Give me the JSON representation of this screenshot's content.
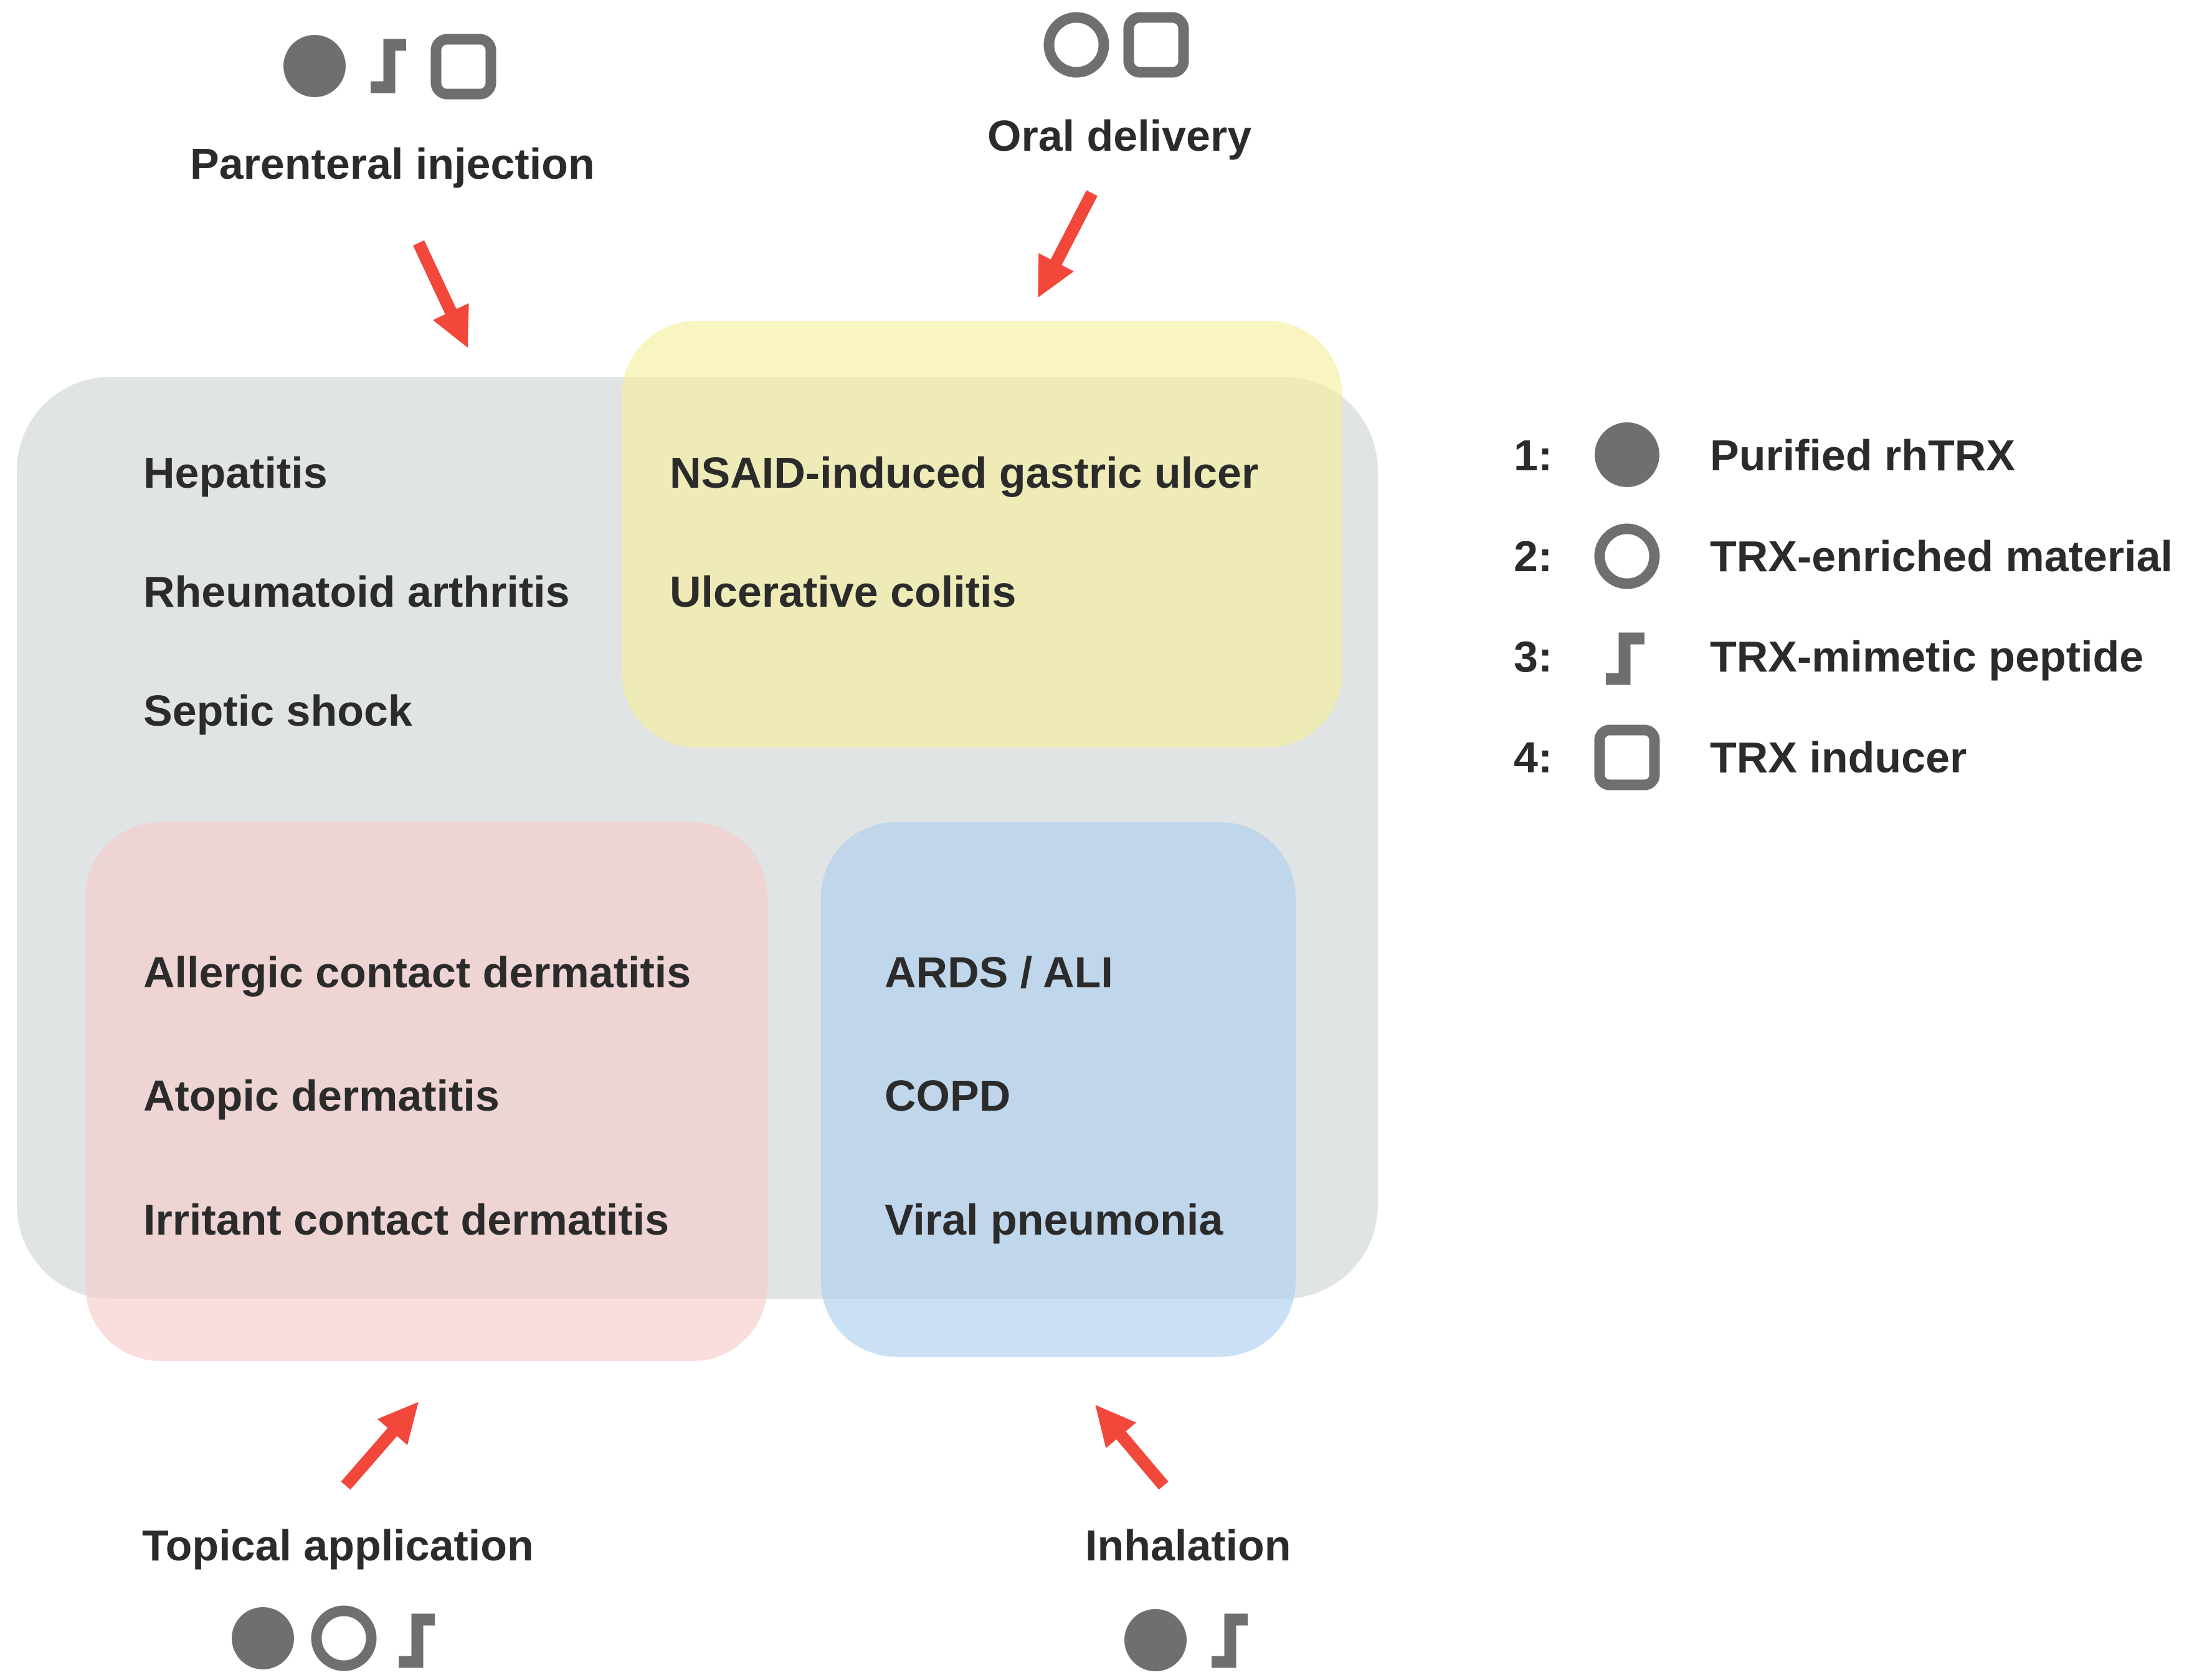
{
  "routes": {
    "parenteral": {
      "label": "Parenteral injection",
      "symbols": [
        "filled-circle-icon",
        "peptide-step-icon",
        "open-square-icon"
      ]
    },
    "oral": {
      "label": "Oral delivery",
      "symbols": [
        "open-circle-icon",
        "open-square-icon"
      ]
    },
    "topical": {
      "label": "Topical application",
      "symbols": [
        "filled-circle-icon",
        "open-circle-icon",
        "peptide-step-icon"
      ]
    },
    "inhalation": {
      "label": "Inhalation",
      "symbols": [
        "filled-circle-icon",
        "peptide-step-icon"
      ]
    }
  },
  "regions": {
    "parenteral": {
      "color": "#d4d8d8",
      "diseases": [
        "Hepatitis",
        "Rheumatoid arthritis",
        "Septic shock"
      ]
    },
    "oral": {
      "color": "#f6ef9b",
      "diseases": [
        "NSAID-induced gastric ulcer",
        "Ulcerative colitis"
      ]
    },
    "topical": {
      "color": "#f7c9c9",
      "diseases": [
        "Allergic contact dermatitis",
        "Atopic dermatitis",
        "Irritant contact dermatitis"
      ]
    },
    "inhalation": {
      "color": "#a9cdef",
      "diseases": [
        "ARDS / ALI",
        "COPD",
        "Viral pneumonia"
      ]
    }
  },
  "legend": [
    {
      "number": "1:",
      "icon": "filled-circle-icon",
      "label": "Purified rhTRX"
    },
    {
      "number": "2:",
      "icon": "open-circle-icon",
      "label": "TRX-enriched material"
    },
    {
      "number": "3:",
      "icon": "peptide-step-icon",
      "label": "TRX-mimetic peptide"
    },
    {
      "number": "4:",
      "icon": "open-square-icon",
      "label": "TRX inducer"
    }
  ],
  "colors": {
    "arrow": "#f2473b",
    "symbol": "#6f6f6f",
    "text": "#2b2b2b"
  }
}
